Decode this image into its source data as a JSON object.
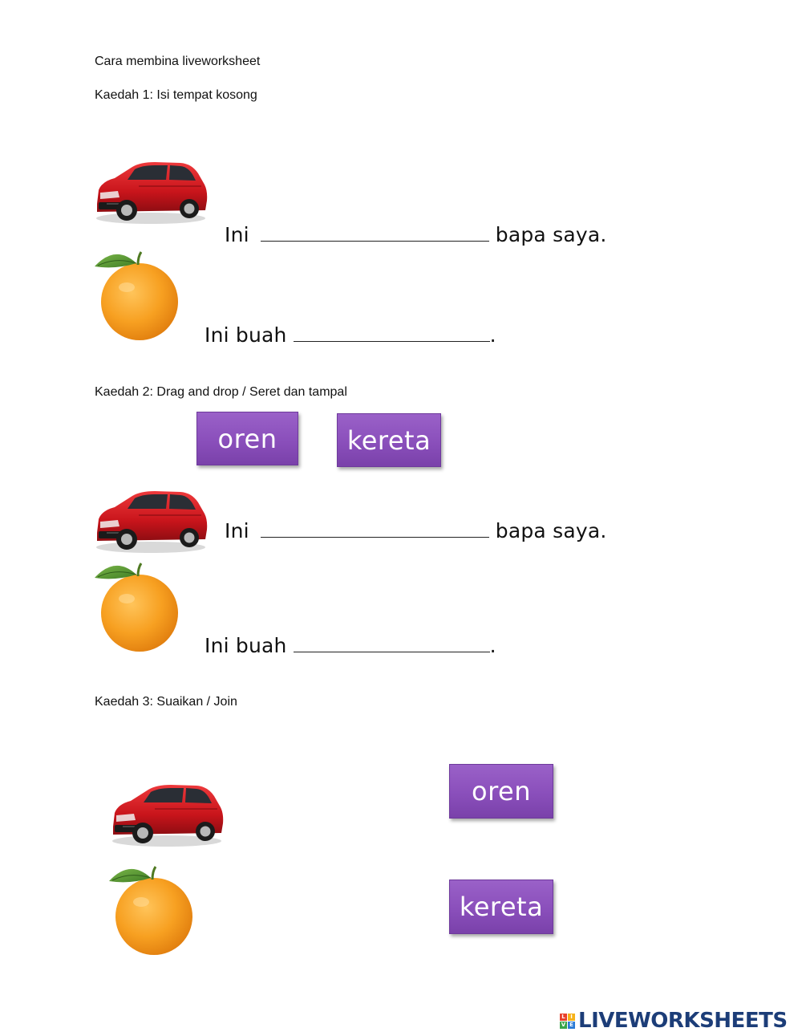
{
  "header": {
    "title": "Cara membina liveworksheet",
    "method1": "Kaedah 1: Isi tempat kosong"
  },
  "sections": {
    "method2": "Kaedah 2: Drag and drop / Seret dan tampal",
    "method3": "Kaedah 3: Suaikan / Join"
  },
  "sentences": {
    "car_prefix": "Ini",
    "car_suffix": "bapa saya.",
    "fruit_prefix": "Ini  buah",
    "fruit_suffix": "."
  },
  "cards": {
    "oren": "oren",
    "kereta": "kereta"
  },
  "logo": {
    "text": "LIVEWORKSHEETS",
    "mark": [
      "L",
      "I",
      "V",
      "E"
    ]
  },
  "colors": {
    "card": "#8a4fbb",
    "car": "#d0191f",
    "orange": "#f39a1c",
    "logo": "#1c3d78"
  },
  "icons": [
    "car-image",
    "orange-image"
  ]
}
